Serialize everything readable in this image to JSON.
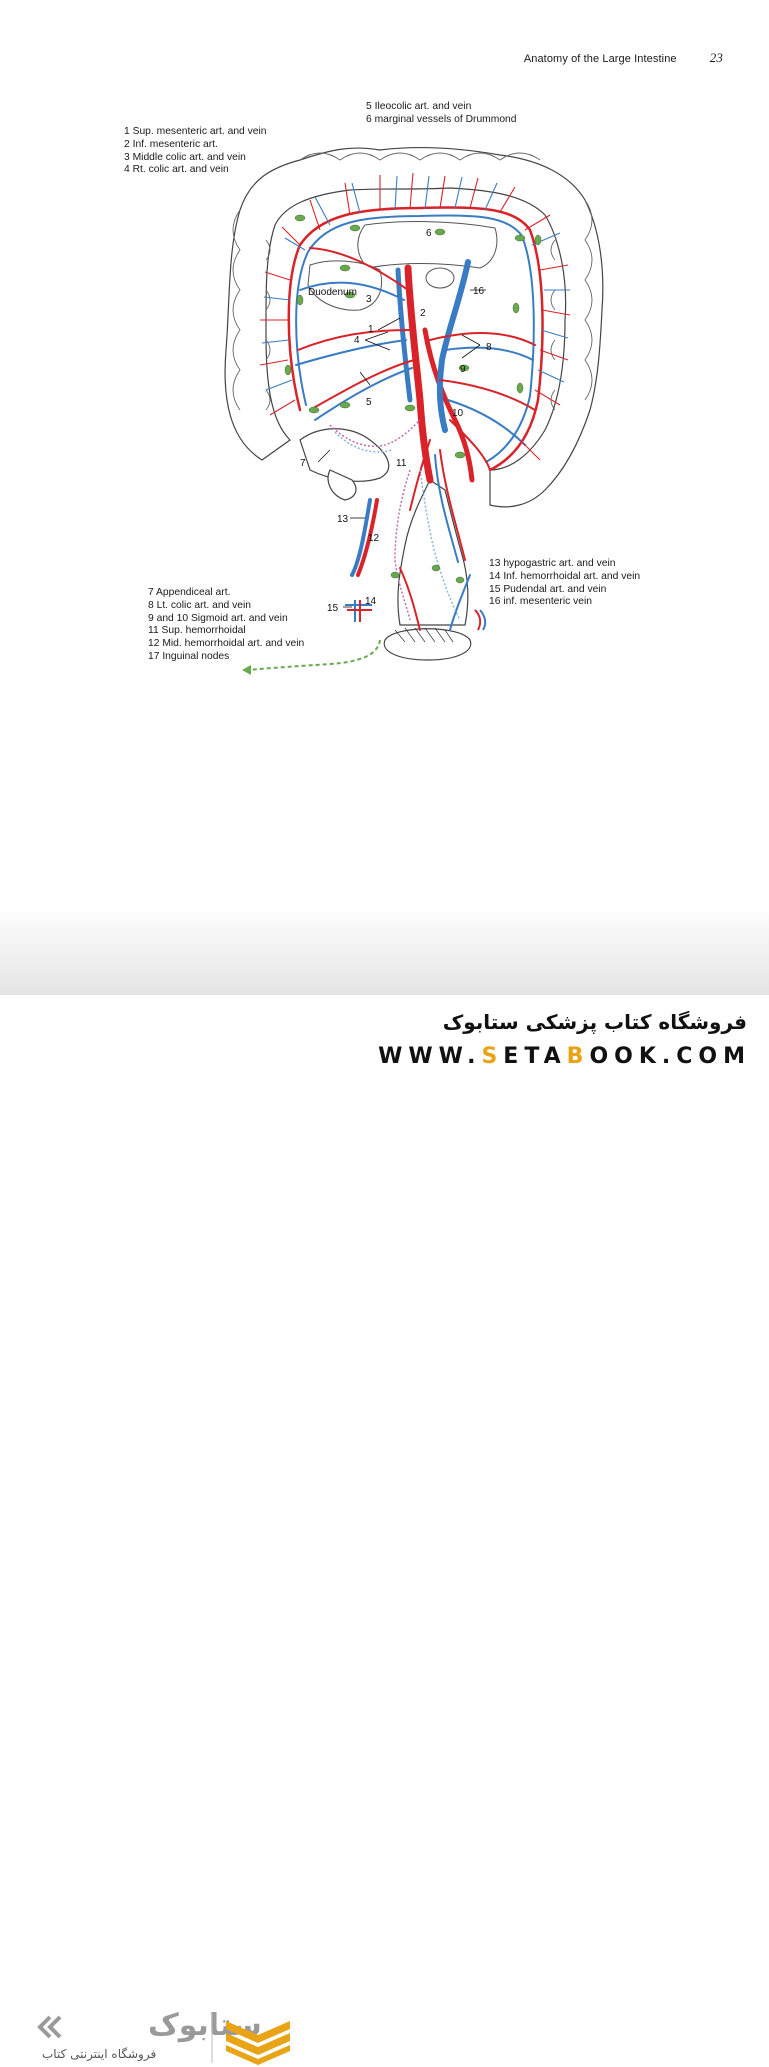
{
  "running_head": {
    "title": "Anatomy of the Large Intestine",
    "page_number": "23"
  },
  "legend_top_left": [
    "1 Sup. mesenteric art. and vein",
    "2 Inf. mesenteric art.",
    "3 Middle colic art. and vein",
    "4 Rt. colic art. and vein"
  ],
  "legend_top": [
    "5 Ileocolic art. and vein",
    "6 marginal vessels of Drummond"
  ],
  "legend_bottom_right": [
    "13 hypogastric art. and vein",
    "14 Inf. hemorrhoidal art. and vein",
    "15 Pudendal art. and vein",
    "16 inf. mesenteric vein"
  ],
  "legend_bottom_left": [
    "7 Appendiceal art.",
    "8 Lt. colic art. and vein",
    "9 and 10 Sigmoid art. and vein",
    "11 Sup. hemorrhoidal",
    "12 Mid. hemorrhoidal art. and vein",
    "17 Inguinal nodes"
  ],
  "figure_labels": {
    "duodenum": "Duodenum",
    "n1": "1",
    "n2": "2",
    "n3": "3",
    "n4": "4",
    "n5": "5",
    "n6": "6",
    "n7": "7",
    "n8": "8",
    "n9": "9",
    "n10": "10",
    "n11": "11",
    "n12": "12",
    "n13": "13",
    "n14": "14",
    "n15": "15",
    "n16": "16"
  },
  "footer": {
    "store_name_fa": "فروشگاه کتاب پزشکی ستابوک",
    "url_parts": [
      "WWW.",
      "S",
      "ETA",
      "B",
      "OOK.COM"
    ],
    "logo_text_fa": "ستابوک",
    "logo_subtitle_fa": "فروشگاه اینترنتی کتاب"
  },
  "colors": {
    "artery": "#d8232a",
    "vein": "#3a7cc4",
    "node": "#6aa84f",
    "lymph": "#c060b0",
    "brand_accent": "#e8a317"
  }
}
